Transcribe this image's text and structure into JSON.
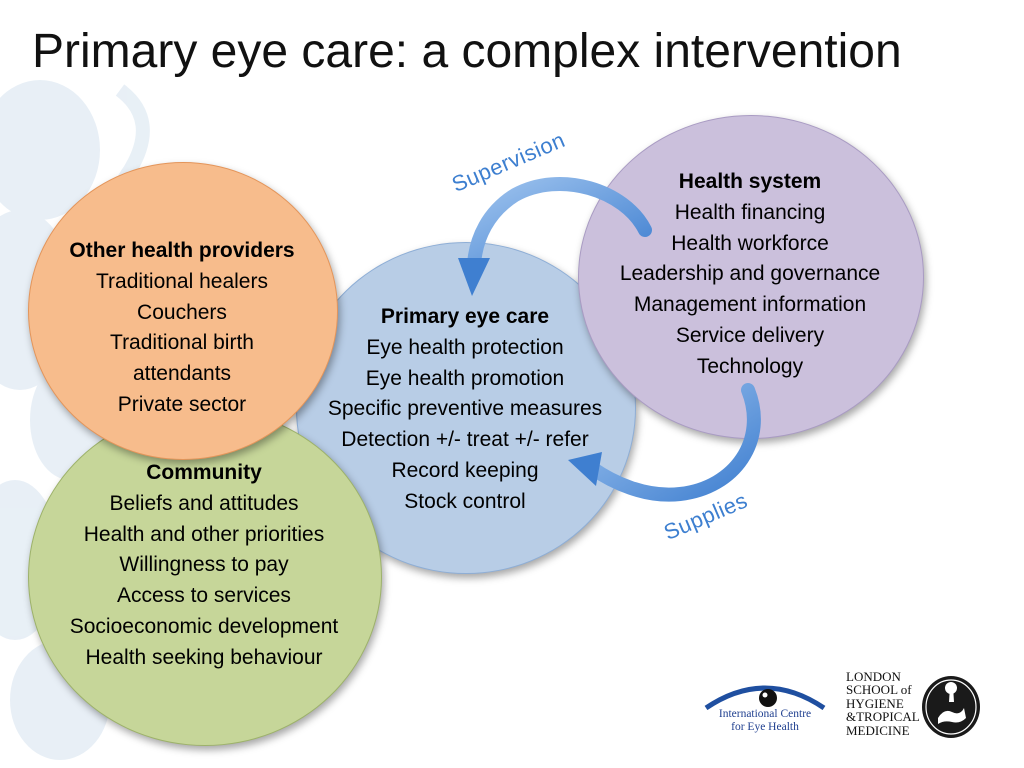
{
  "slide": {
    "title": "Primary eye care: a complex intervention"
  },
  "circles": {
    "primary_eye_care": {
      "heading": "Primary eye care",
      "items": [
        "Eye health protection",
        "Eye health promotion",
        "Specific preventive measures",
        "Detection +/- treat +/- refer",
        "Record keeping",
        "Stock control"
      ],
      "color": "#b8cde6"
    },
    "health_system": {
      "heading": "Health system",
      "items": [
        "Health financing",
        "Health workforce",
        "Leadership and governance",
        "Management information",
        "Service delivery",
        "Technology"
      ],
      "color": "#cbc0dc"
    },
    "other_providers": {
      "heading": "Other health providers",
      "items": [
        "Traditional healers",
        "Couchers",
        "Traditional birth",
        "attendants",
        "Private sector"
      ],
      "color": "#f7bc8c"
    },
    "community": {
      "heading": "Community",
      "items": [
        "Beliefs and attitudes",
        "Health and other priorities",
        "Willingness to pay",
        "Access to services",
        "Socioeconomic development",
        "Health seeking behaviour"
      ],
      "color": "#c6d699"
    }
  },
  "arrows": {
    "supervision_label": "Supervision",
    "supplies_label": "Supplies",
    "color": "#4f8fd6"
  },
  "logos": {
    "iceh": {
      "line1": "International Centre",
      "line2": "for Eye Health"
    },
    "lshtm": {
      "line1": "LONDON",
      "line2": "SCHOOL of",
      "line3": "HYGIENE",
      "line4": "&TROPICAL",
      "line5": "MEDICINE"
    }
  }
}
